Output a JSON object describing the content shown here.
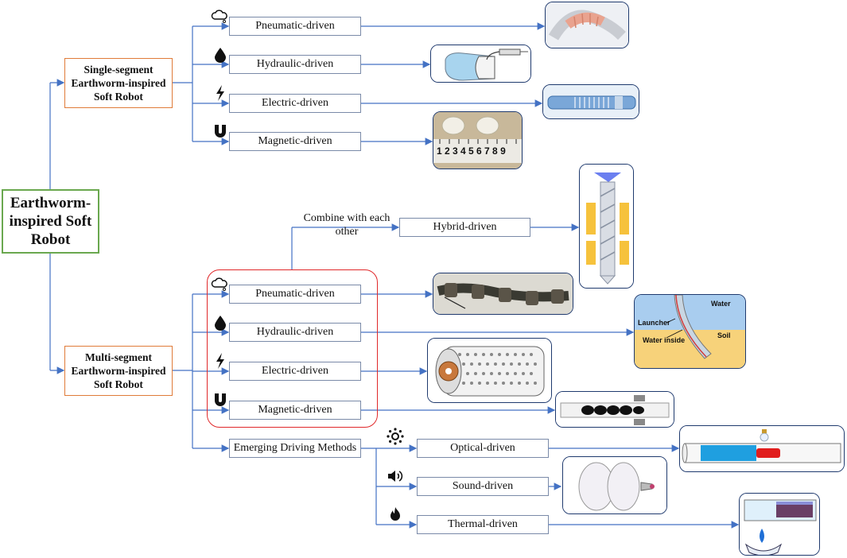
{
  "root": {
    "label": "Earthworm-inspired Soft Robot"
  },
  "single_segment": {
    "label": "Single-segment Earthworm-inspired Soft Robot",
    "methods": [
      {
        "label": "Pneumatic-driven",
        "icon": "cloud-icon"
      },
      {
        "label": "Hydraulic-driven",
        "icon": "water-drop-icon"
      },
      {
        "label": "Electric-driven",
        "icon": "lightning-icon"
      },
      {
        "label": "Magnetic-driven",
        "icon": "magnet-icon"
      }
    ]
  },
  "multi_segment": {
    "label": "Multi-segment Earthworm-inspired Soft Robot",
    "methods": [
      {
        "label": "Pneumatic-driven",
        "icon": "cloud-icon"
      },
      {
        "label": "Hydraulic-driven",
        "icon": "water-drop-icon"
      },
      {
        "label": "Electric-driven",
        "icon": "lightning-icon"
      },
      {
        "label": "Magnetic-driven",
        "icon": "magnet-icon"
      }
    ],
    "combine_label": "Combine with each other",
    "hybrid": {
      "label": "Hybrid-driven"
    },
    "emerging": {
      "label": "Emerging Driving Methods",
      "methods": [
        {
          "label": "Optical-driven",
          "icon": "sun-icon"
        },
        {
          "label": "Sound-driven",
          "icon": "speaker-icon"
        },
        {
          "label": "Thermal-driven",
          "icon": "flame-icon"
        }
      ]
    }
  },
  "photo_labels": {
    "ruler_digits": "1 2 3 4 5 6 7 8 9",
    "water": "Water",
    "launcher": "Launcher",
    "soil": "Soil",
    "water_inside": "Water inside"
  },
  "colors": {
    "connector": "#4472c4",
    "node_border": "#7a8aa8",
    "segment_border": "#e07b39",
    "root_border": "#6aa84f",
    "group_border": "#e0282a",
    "photo_border": "#1f3a6e"
  }
}
